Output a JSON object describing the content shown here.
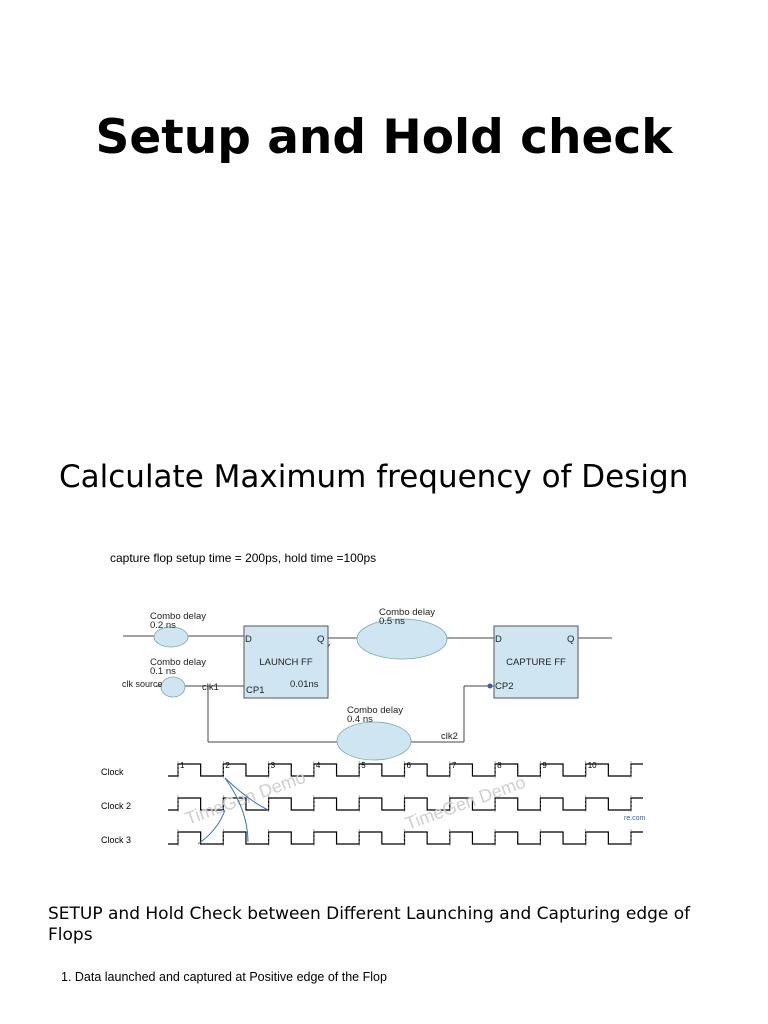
{
  "title": "Setup and Hold check",
  "subtitle": "Calculate Maximum frequency of Design",
  "caption": "capture flop setup time = 200ps, hold time =100ps",
  "circuit": {
    "launch_ff": {
      "name": "LAUNCH FF",
      "d": "D",
      "q": "Q",
      "cp": "CP1",
      "internal_delay": "0.01ns"
    },
    "capture_ff": {
      "name": "CAPTURE FF",
      "d": "D",
      "q": "Q",
      "cp": "CP2"
    },
    "combo_input": {
      "label": "Combo delay",
      "value": "0.2 ns"
    },
    "combo_clk": {
      "label": "Combo delay",
      "value": "0.1 ns"
    },
    "combo_data": {
      "label": "Combo delay",
      "value": "0.5 ns"
    },
    "combo_clk2": {
      "label": "Combo delay",
      "value": "0.4 ns"
    },
    "clk_source": "clk source",
    "clk1": "clk1",
    "clk2": "clk2"
  },
  "waveforms": {
    "edge_numbers": [
      "1",
      "2",
      "3",
      "4",
      "5",
      "6",
      "7",
      "8",
      "9",
      "10"
    ],
    "clocks": [
      "Clock",
      "Clock 2",
      "Clock 3"
    ],
    "watermark": "TimeGen Demo",
    "watermark_url": "re.com"
  },
  "section_heading": "SETUP and Hold Check between Different Launching and Capturing edge of Flops",
  "list_item": "1. Data launched and captured at Positive edge of the Flop"
}
